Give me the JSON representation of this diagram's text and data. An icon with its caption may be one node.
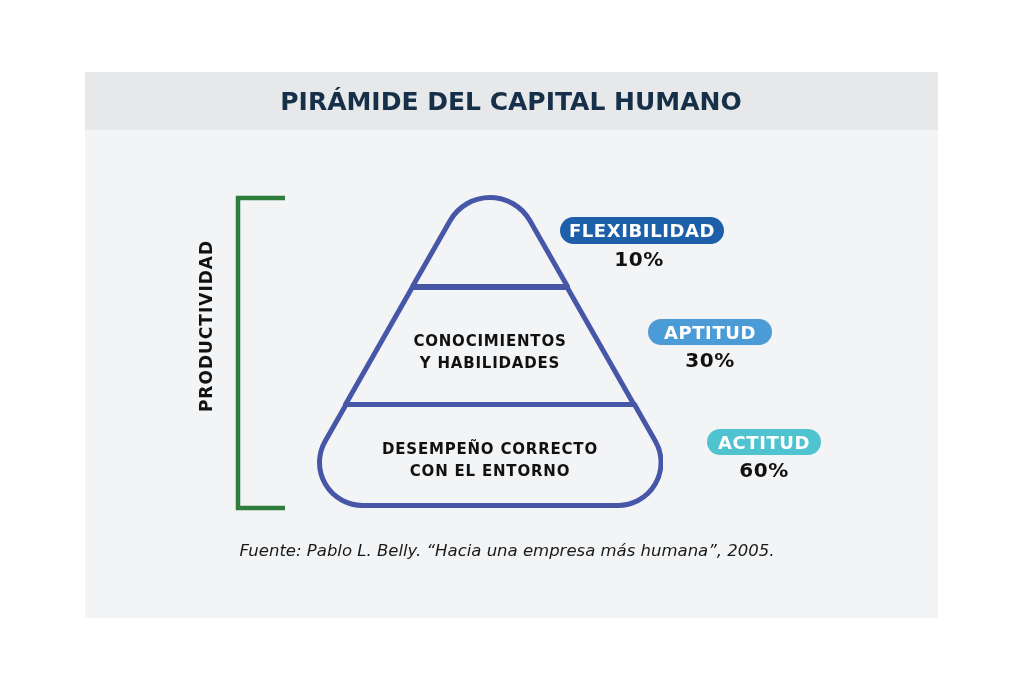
{
  "diagram": {
    "title": "PIRÁMIDE DEL CAPITAL HUMANO",
    "caption": "Fuente: Pablo L. Belly. “Hacia una empresa más humana”, 2005.",
    "nodes": [
      {
        "text": [],
        "shape": "triangle"
      },
      {
        "text": [
          "FLEXIBILIDAD"
        ],
        "beside": [
          "10%"
        ]
      },
      {
        "text": [
          "CONOCIMIENTOS Y HABILIDADES"
        ]
      },
      {
        "text": [
          "APTITUD"
        ],
        "beside": [
          "30%"
        ]
      },
      {
        "text": [
          "DESEMPEÑO CORRECTO CON EL ENTORNO"
        ]
      },
      {
        "text": [
          "ACTITUD"
        ],
        "beside": [
          "60%"
        ]
      }
    ],
    "labels": [
      "PRODUCTIVIDAD"
    ]
  }
}
